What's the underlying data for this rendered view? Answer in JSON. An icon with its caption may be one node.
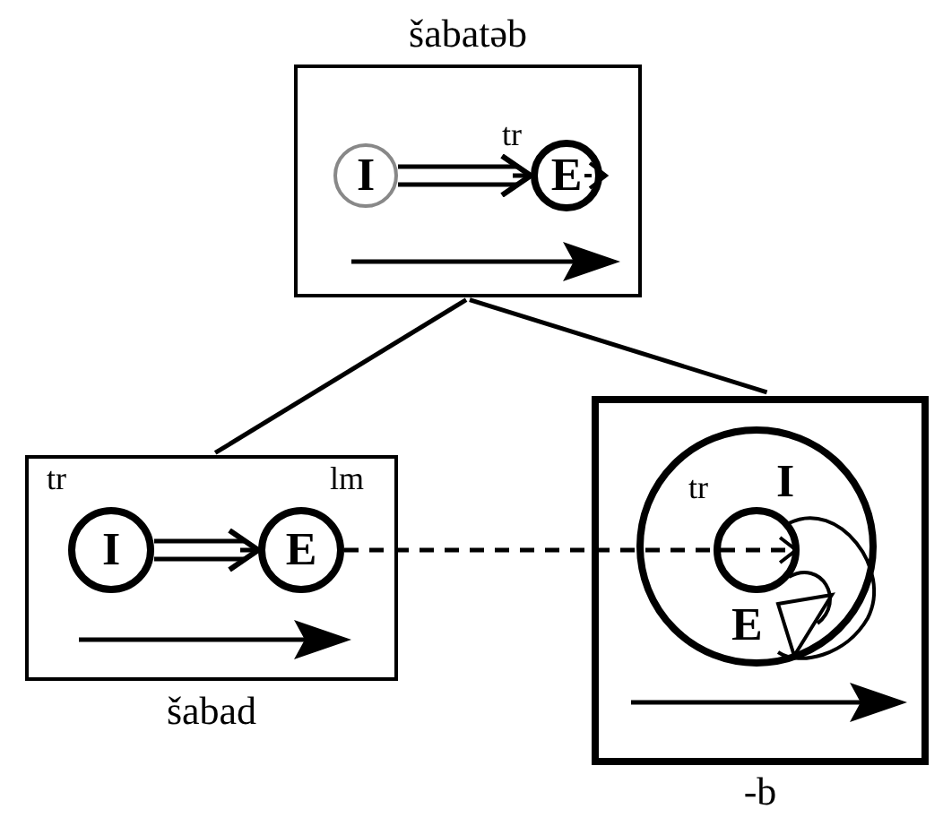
{
  "diagram": {
    "nodes": [
      {
        "text": [
          "šabatəb"
        ]
      },
      {
        "text": [
          "I"
        ],
        "in": 0
      },
      {
        "text": [
          "E"
        ],
        "in": 0,
        "beside": [
          "tr"
        ]
      },
      {
        "text": [
          "šabad"
        ]
      },
      {
        "text": [
          "I"
        ],
        "in": 3,
        "beside": [
          "tr"
        ]
      },
      {
        "text": [
          "E"
        ],
        "in": 3,
        "beside": [
          "lm"
        ]
      },
      {
        "text": [
          "-b"
        ]
      },
      {
        "text": [
          "I"
        ],
        "in": 6,
        "beside": [
          "E"
        ]
      },
      {
        "text": [],
        "shape": "circle",
        "in": 7,
        "beside": [
          "tr"
        ]
      }
    ],
    "edges": [
      {
        "from": 0,
        "to": 3,
        "arrow": "none"
      },
      {
        "from": 0,
        "to": 6,
        "arrow": "none"
      },
      {
        "from": 1,
        "to": 2,
        "arrow": "to"
      },
      {
        "from": 4,
        "to": 5,
        "arrow": "to"
      },
      {
        "from": 5,
        "to": 8,
        "arrow": "to",
        "style": "dashed"
      }
    ]
  }
}
